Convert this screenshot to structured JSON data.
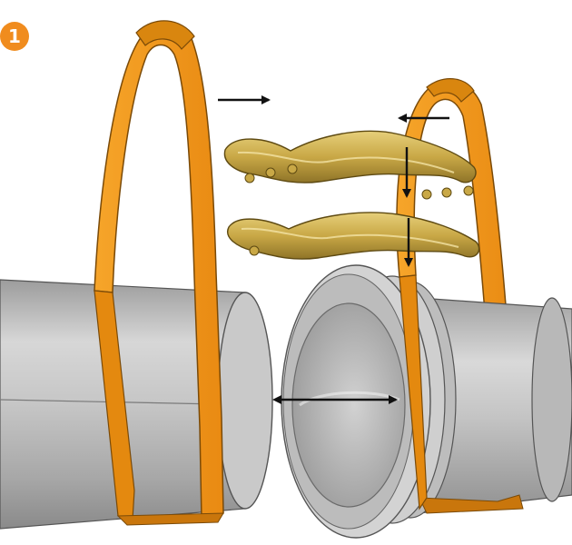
{
  "step": {
    "number": "1"
  },
  "colors": {
    "badge": "#f08c1e",
    "strap": "#f29a1c",
    "strap_dark": "#c7720e",
    "pipe_light": "#dcdcdc",
    "pipe_mid": "#b4b4b4",
    "pipe_dark": "#858585",
    "clip": "#c7a94c",
    "clip_dark": "#8a6f22",
    "arrow": "#111111"
  },
  "icons": [
    "strap-loop-left",
    "strap-loop-right",
    "spring-clip-top",
    "spring-clip-bottom",
    "pipe-left",
    "pipe-right-socket"
  ]
}
